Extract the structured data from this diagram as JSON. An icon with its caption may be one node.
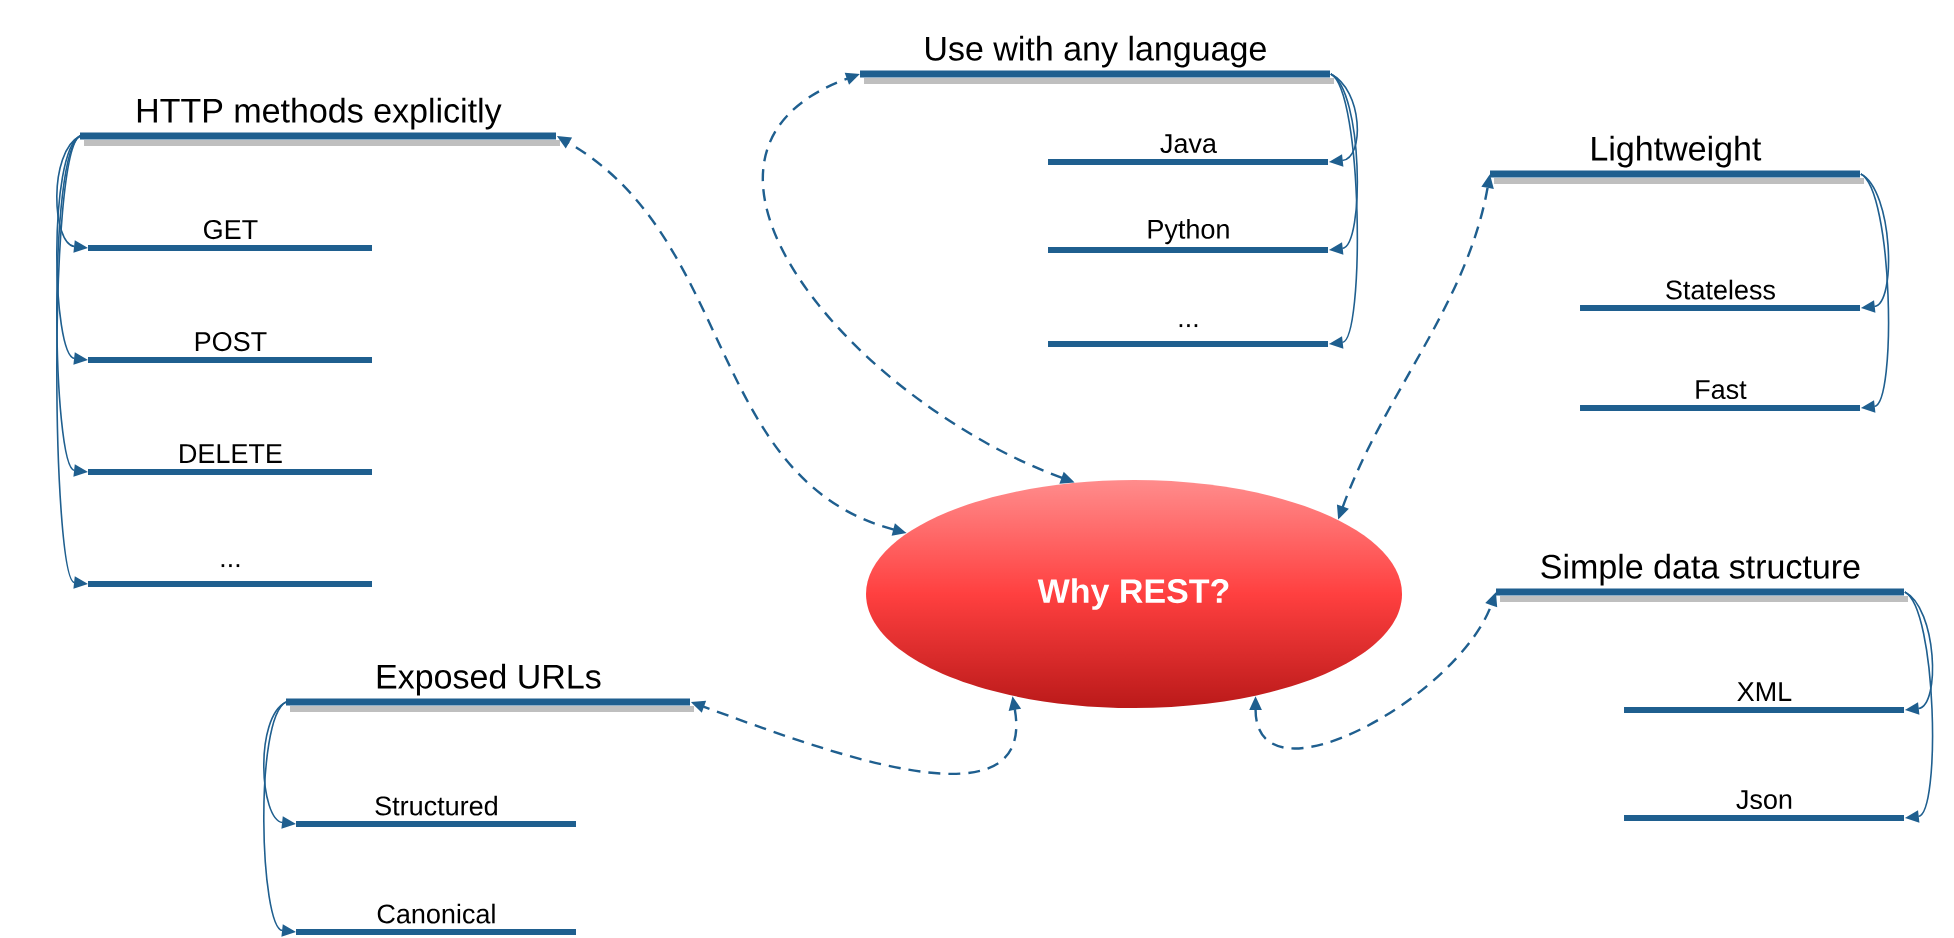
{
  "diagram": {
    "nodes": [
      {
        "text": [
          "Why REST?"
        ]
      },
      {
        "text": [
          "HTTP methods explicitly"
        ]
      },
      {
        "text": [
          "GET"
        ]
      },
      {
        "text": [
          "POST"
        ]
      },
      {
        "text": [
          "DELETE"
        ]
      },
      {
        "text": [
          "..."
        ]
      },
      {
        "text": [
          "Use with any language"
        ]
      },
      {
        "text": [
          "Java"
        ]
      },
      {
        "text": [
          "Python"
        ]
      },
      {
        "text": [
          "..."
        ]
      },
      {
        "text": [
          "Lightweight"
        ]
      },
      {
        "text": [
          "Stateless"
        ]
      },
      {
        "text": [
          "Fast"
        ]
      },
      {
        "text": [
          "Simple data structure"
        ]
      },
      {
        "text": [
          "XML"
        ]
      },
      {
        "text": [
          "Json"
        ]
      },
      {
        "text": [
          "Exposed URLs"
        ]
      },
      {
        "text": [
          "Structured"
        ]
      },
      {
        "text": [
          "Canonical"
        ]
      }
    ],
    "edges": [
      {
        "from": 0,
        "to": 1,
        "arrow": "both",
        "style": "dashed"
      },
      {
        "from": 0,
        "to": 6,
        "arrow": "both",
        "style": "dashed"
      },
      {
        "from": 0,
        "to": 10,
        "arrow": "both",
        "style": "dashed"
      },
      {
        "from": 0,
        "to": 13,
        "arrow": "both",
        "style": "dashed"
      },
      {
        "from": 0,
        "to": 16,
        "arrow": "both",
        "style": "dashed"
      },
      {
        "from": 1,
        "to": 2,
        "arrow": "to"
      },
      {
        "from": 1,
        "to": 3,
        "arrow": "to"
      },
      {
        "from": 1,
        "to": 4,
        "arrow": "to"
      },
      {
        "from": 1,
        "to": 5,
        "arrow": "to"
      },
      {
        "from": 6,
        "to": 7,
        "arrow": "to"
      },
      {
        "from": 6,
        "to": 8,
        "arrow": "to"
      },
      {
        "from": 6,
        "to": 9,
        "arrow": "to"
      },
      {
        "from": 10,
        "to": 11,
        "arrow": "to"
      },
      {
        "from": 10,
        "to": 12,
        "arrow": "to"
      },
      {
        "from": 13,
        "to": 14,
        "arrow": "to"
      },
      {
        "from": 13,
        "to": 15,
        "arrow": "to"
      },
      {
        "from": 16,
        "to": 17,
        "arrow": "to"
      },
      {
        "from": 16,
        "to": 18,
        "arrow": "to"
      }
    ]
  }
}
